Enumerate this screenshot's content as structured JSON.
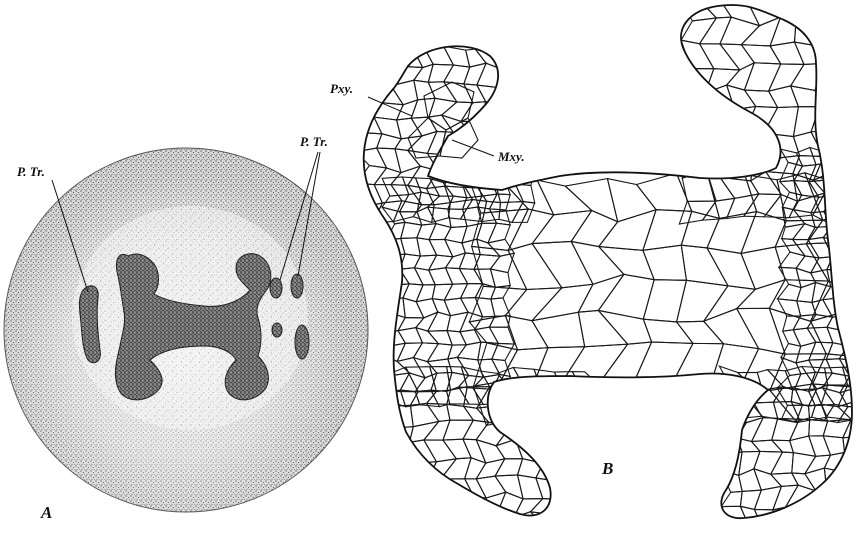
{
  "panel_a": {
    "label": "A",
    "strand_labels": [
      "P. Tr.",
      "P. Tr."
    ]
  },
  "panel_b": {
    "label": "B",
    "protoxylem_label": "Pxy.",
    "metaxylem_label": "Mxy."
  },
  "colors": {
    "stipple": "#2b2b2b",
    "xylem_dark": "#4a4a4a",
    "cell_wall": "#1a1a1a",
    "background": "#ffffff"
  }
}
